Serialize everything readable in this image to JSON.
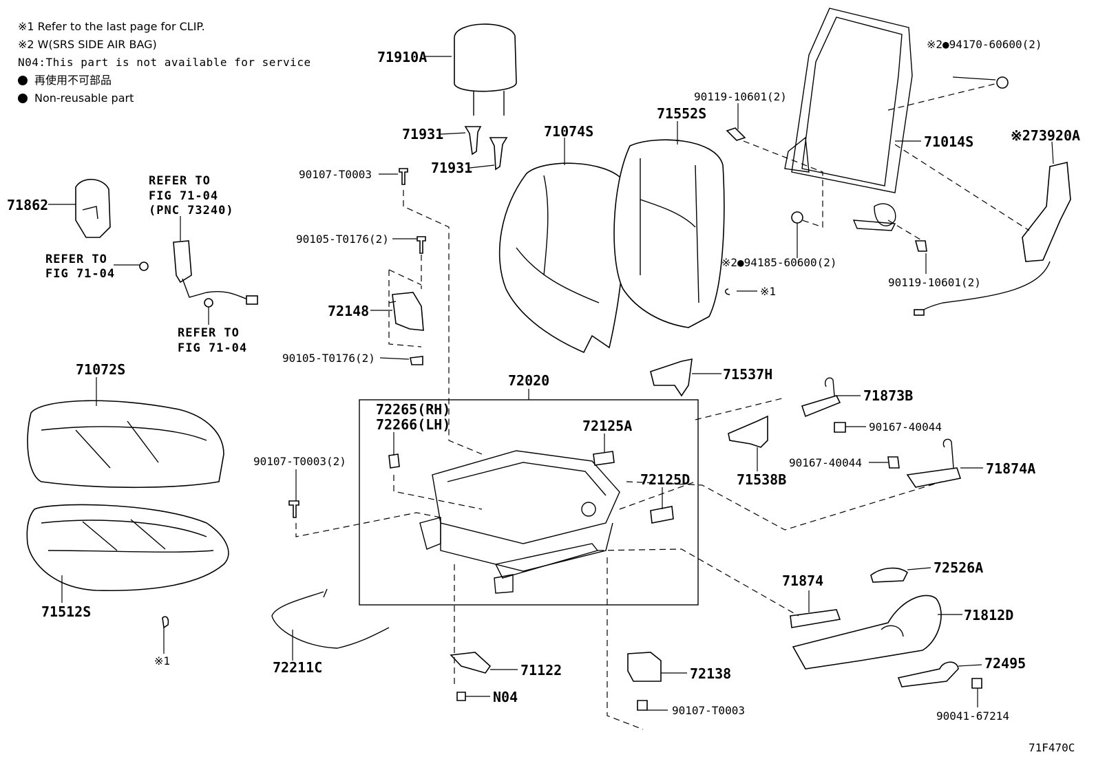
{
  "notes": {
    "clip": "※1 Refer to the last page for CLIP.",
    "srs": "※2 W(SRS SIDE AIR BAG)",
    "n04": "N04:This part is not available for service",
    "nonreusable_jp": "再使用不可部品",
    "nonreusable_en": "Non-reusable part"
  },
  "labels": {
    "p71910A": "71910A",
    "p71931a": "71931",
    "p71931b": "71931",
    "p71074S": "71074S",
    "p71552S": "71552S",
    "p90119a": "90119-10601(2)",
    "p71014S": "71014S",
    "p94170": "※2●94170-60600(2)",
    "p73920A": "※273920A",
    "p71862": "71862",
    "refer1_l1": "REFER TO",
    "refer1_l2": "FIG 71-04",
    "refer1_l3": "(PNC 73240)",
    "refer2_l1": "REFER TO",
    "refer2_l2": "FIG 71-04",
    "refer3_l1": "REFER TO",
    "refer3_l2": "FIG 71-04",
    "p90107a": "90107-T0003",
    "p90105a": "90105-T0176(2)",
    "p72148": "72148",
    "p90105b": "90105-T0176(2)",
    "p94185": "※2●94185-60600(2)",
    "p90119b": "90119-10601(2)",
    "clip1": "※1",
    "p71537H": "71537H",
    "p71873B": "71873B",
    "p90167a": "90167-40044",
    "p71538B": "71538B",
    "p90167b": "90167-40044",
    "p71874A": "71874A",
    "p71072S": "71072S",
    "p72020": "72020",
    "p72265": "72265(RH)",
    "p72266": "72266(LH)",
    "p72125A": "72125A",
    "p72125D": "72125D",
    "p90107b": "90107-T0003(2)",
    "p71512S": "71512S",
    "clip2": "※1",
    "p72211C": "72211C",
    "p71122": "71122",
    "pN04": "N04",
    "p72138": "72138",
    "p90107c": "90107-T0003",
    "p72526A": "72526A",
    "p71874": "71874",
    "p71812D": "71812D",
    "p72495": "72495",
    "p90041": "90041-67214",
    "fig_code": "71F470C"
  }
}
